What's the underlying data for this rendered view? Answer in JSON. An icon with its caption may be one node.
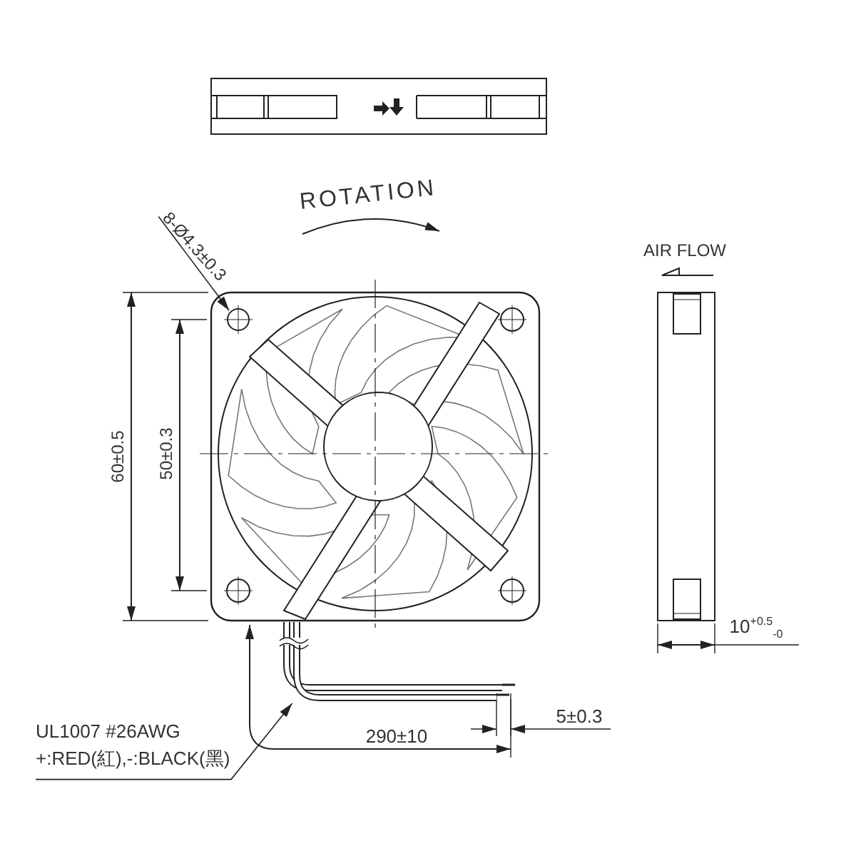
{
  "diagram": {
    "nodes": [
      {
        "text": [
          "8-Ø4.3±0.3"
        ]
      },
      {
        "text": [],
        "shape": "circle"
      },
      {
        "text": [
          "UL1007 #26AWG",
          "+:RED(紅),-:BLACK(黑)"
        ]
      },
      {
        "text": [],
        "shape": "cable"
      }
    ],
    "edges": [
      {
        "from": 0,
        "to": 1,
        "arrow": "to"
      },
      {
        "from": 2,
        "to": 3,
        "arrow": "to"
      }
    ],
    "labels": [
      "ROTATION",
      "AIR FLOW",
      "60±0.5",
      "50±0.3",
      "10$^{+0.5}$$_{-0}$",
      "5±0.3",
      "290±10"
    ]
  }
}
